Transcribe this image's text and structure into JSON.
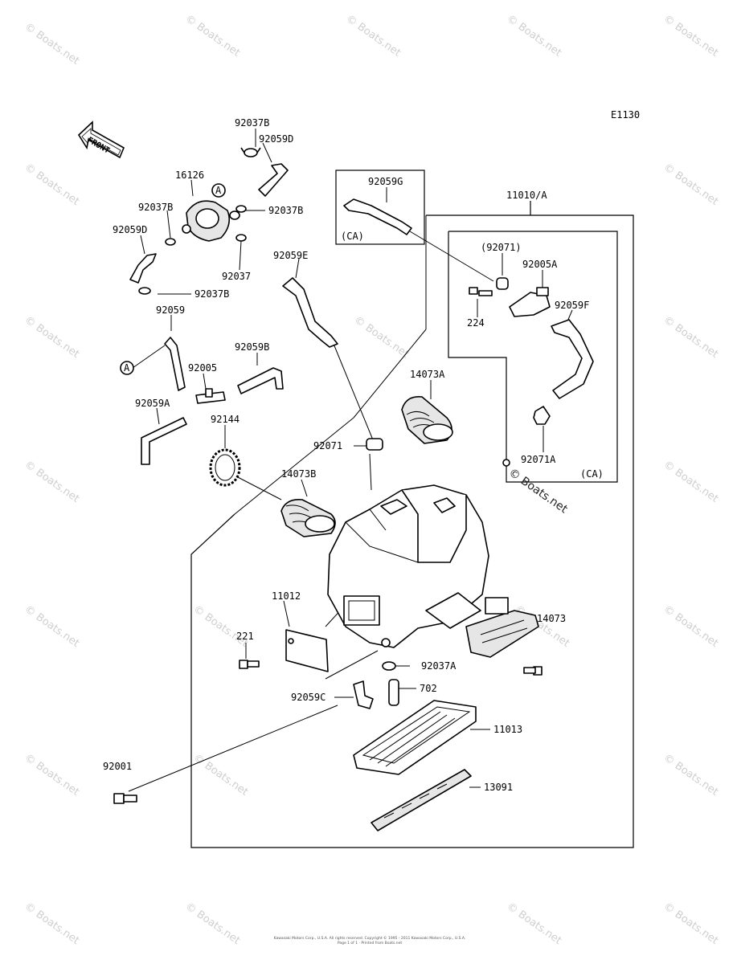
{
  "diagram_code": "E1130",
  "front_label": "FRONT",
  "ref_marker": "A",
  "labels": {
    "p92037B_top": "92037B",
    "p92059D_top": "92059D",
    "p16126": "16126",
    "p92037B_left": "92037B",
    "p92037B_right": "92037B",
    "p92059D_left": "92059D",
    "p92037": "92037",
    "p92037B_low": "92037B",
    "p92059": "92059",
    "p92005": "92005",
    "p92059B": "92059B",
    "p92059A": "92059A",
    "p92144": "92144",
    "p92059E": "92059E",
    "p92059G": "92059G",
    "ca_top": "(CA)",
    "p11010A": "11010/A",
    "p92071_paren": "(92071)",
    "p92005A": "92005A",
    "p224": "224",
    "p92059F": "92059F",
    "p92071A": "92071A",
    "ca_right": "(CA)",
    "p14073A": "14073A",
    "p92071": "92071",
    "p14073B": "14073B",
    "p11012": "11012",
    "p221": "221",
    "p14073": "14073",
    "p92037A": "92037A",
    "p702": "702",
    "p92059C": "92059C",
    "p11013": "11013",
    "p92001": "92001",
    "p13091": "13091"
  },
  "watermark": "© Boats.net",
  "footer": {
    "line1": "Kawasaki Motors Corp., U.S.A. All rights reserved. Copyright © 1995 - 2011 Kawasaki Motors Corp., U.S.A.",
    "line2": "Page 1 of 1 · Printed from Boats.net"
  }
}
